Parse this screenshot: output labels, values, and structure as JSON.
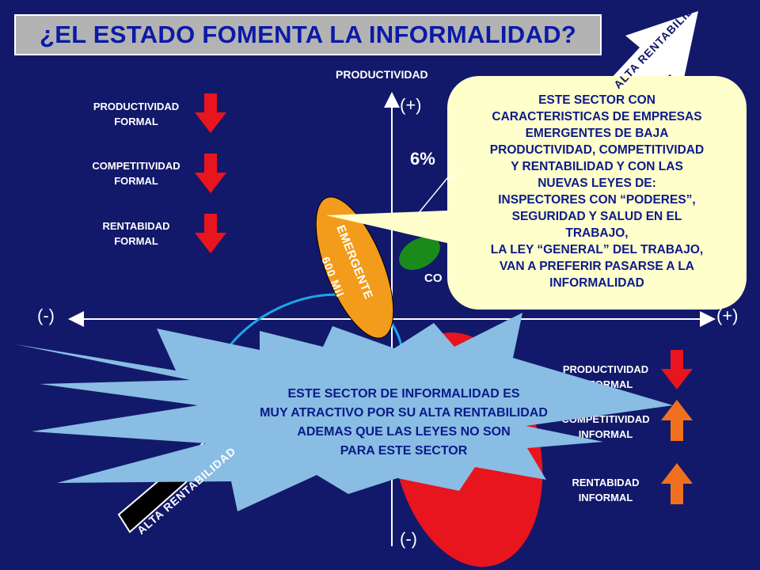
{
  "title": "¿EL ESTADO FOMENTA LA INFORMALIDAD?",
  "axes": {
    "y_title": "PRODUCTIVIDAD",
    "y_positive": "(+)",
    "y_negative": "(-)",
    "x_positive": "(+)",
    "x_negative": "(-)"
  },
  "left_column": [
    {
      "line1": "PRODUCTIVIDAD",
      "line2": "FORMAL",
      "direction": "down"
    },
    {
      "line1": "COMPETITIVIDAD",
      "line2": "FORMAL",
      "direction": "down"
    },
    {
      "line1": "RENTABIDAD",
      "line2": "FORMAL",
      "direction": "down"
    }
  ],
  "right_column": [
    {
      "line1": "PRODUCTIVIDAD",
      "line2": "INFORMAL",
      "direction": "down"
    },
    {
      "line1": "COMPETITIVIDAD",
      "line2": "INFORMAL",
      "direction": "up"
    },
    {
      "line1": "RENTABIDAD",
      "line2": "INFORMAL",
      "direction": "up"
    }
  ],
  "percent_label": "6%",
  "co_label": "CO",
  "emergente": {
    "line1": "EMERGENTE",
    "line2": "600 Mil"
  },
  "top_arrow_text": "ALTA RENTABILIDAD",
  "bottom_band_text": "ALTA RENTABILIDAD",
  "bubble": {
    "lines": [
      "ESTE SECTOR CON",
      "CARACTERISTICAS DE EMPRESAS",
      "EMERGENTES DE BAJA",
      "PRODUCTIVIDAD, COMPETITIVIDAD",
      "Y RENTABILIDAD Y CON LAS",
      "NUEVAS LEYES DE:",
      "INSPECTORES CON “PODERES”,",
      "SEGURIDAD Y SALUD EN EL",
      "TRABAJO,",
      "LA LEY “GENERAL” DEL TRABAJO,",
      "VAN A PREFERIR PASARSE A LA",
      "INFORMALIDAD"
    ]
  },
  "starburst": {
    "lines": [
      "ESTE SECTOR DE INFORMALIDAD ES",
      "MUY ATRACTIVO POR SU ALTA RENTABILIDAD",
      "ADEMAS QUE LAS LEYES NO SON",
      "PARA ESTE SECTOR"
    ]
  },
  "colors": {
    "background": "#12196a",
    "title_box": "#b3b3b3",
    "title_text": "#0b1aa6",
    "arrow_down": "#e8141e",
    "arrow_up": "#f07020",
    "bubble_fill": "#ffffcc",
    "starburst_fill": "#89bde3",
    "emergente_fill": "#f39b1a",
    "informal_blob": "#e8141e",
    "formal_blob": "#1a8a1a"
  }
}
